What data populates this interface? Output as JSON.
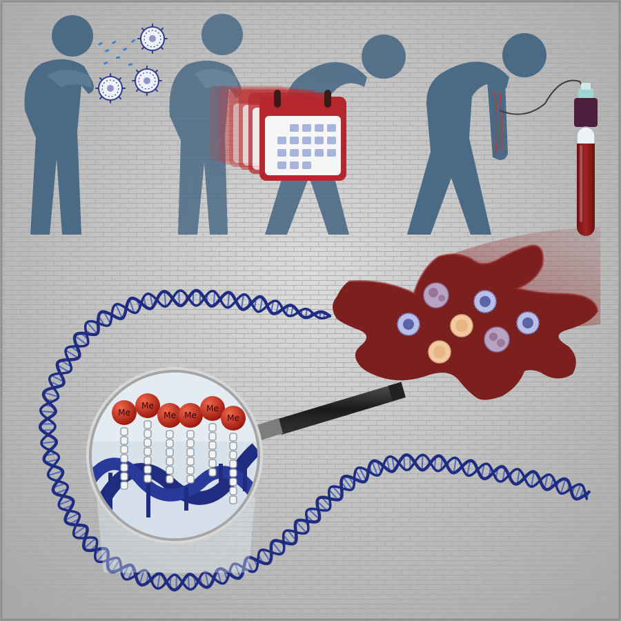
{
  "figure": {
    "colors": {
      "background": "#b9b9b9",
      "figure": "#4b6a86",
      "dna_strand": "#1f2c80",
      "dna_rung": "#4d69c0",
      "blood": "#8c1b1b",
      "calendar": "#b5262e",
      "cell_body": "#7c1f1f",
      "methyl": "#c4301f"
    },
    "panels": [
      {
        "name": "infection",
        "icons": [
          "coughing-person-icon",
          "virus-particle-icon"
        ]
      },
      {
        "name": "time-course",
        "icons": [
          "standing-person-icon",
          "calendar-icon"
        ]
      },
      {
        "name": "blood-sampling",
        "icons": [
          "bent-person-icon",
          "blood-tube-icon"
        ]
      },
      {
        "name": "immune-cells",
        "icons": [
          "cell-body-icon",
          "immune-cell-icon"
        ]
      },
      {
        "name": "dna-methylation",
        "icons": [
          "dna-helix-icon",
          "magnifier-icon"
        ]
      }
    ],
    "methyl_groups": [
      "Me",
      "Me",
      "Me",
      "Me",
      "Me",
      "Me"
    ]
  }
}
